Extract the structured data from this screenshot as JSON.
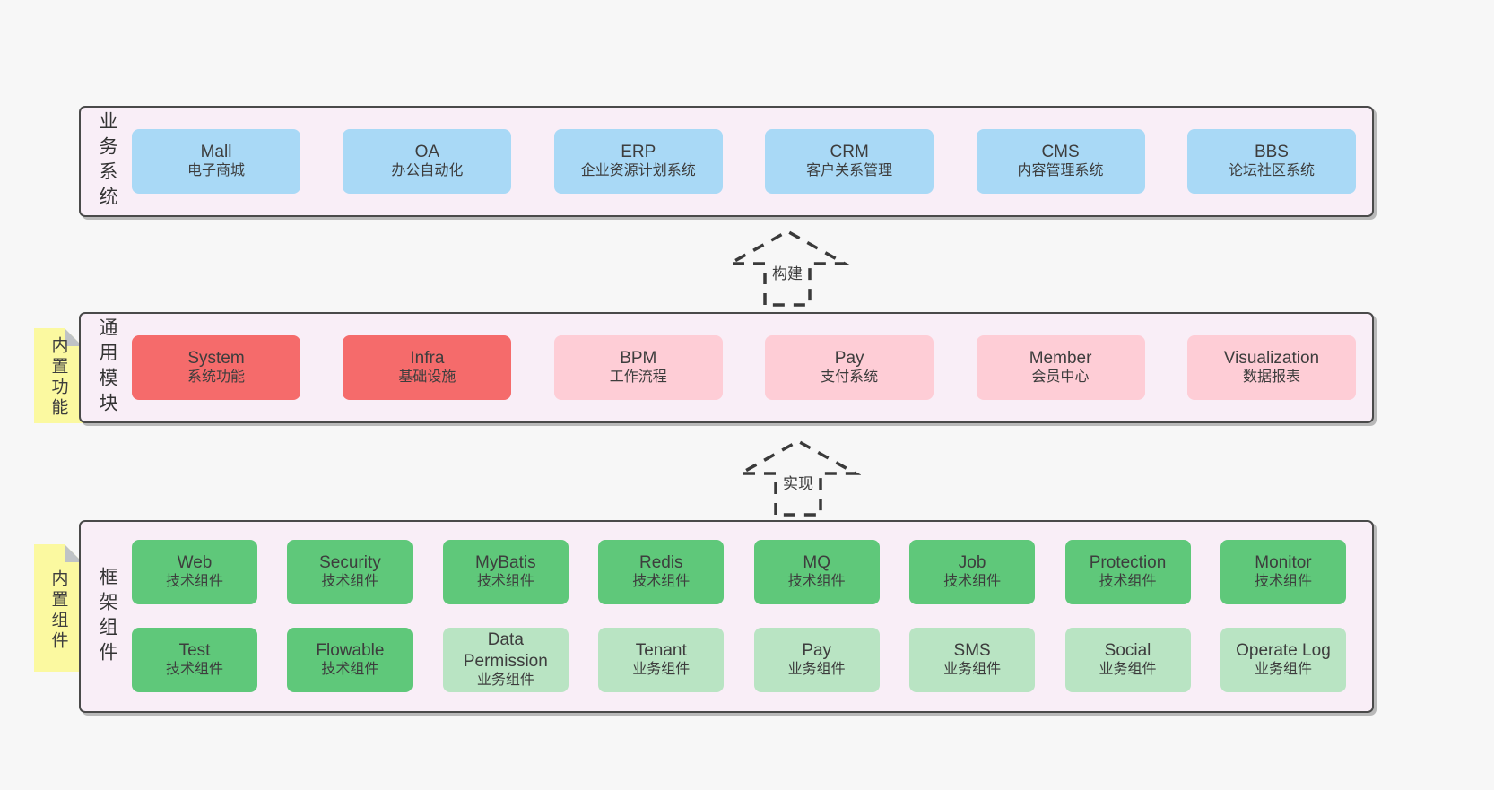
{
  "colors": {
    "page_bg": "#f7f7f7",
    "layer_bg": "#f9eef7",
    "layer_border": "#4a4a4a",
    "blue": "#a9d9f6",
    "red": "#f56b6b",
    "pink": "#fecdd6",
    "green": "#5fc87a",
    "green_light": "#b9e4c3",
    "sticky_yellow": "#fbf9a0",
    "text": "#3d3d3d"
  },
  "arrows": [
    {
      "label": "构建"
    },
    {
      "label": "实现"
    }
  ],
  "layers": [
    {
      "vertical_label": "业务系统",
      "boxes": [
        {
          "title": "Mall",
          "subtitle": "电子商城"
        },
        {
          "title": "OA",
          "subtitle": "办公自动化"
        },
        {
          "title": "ERP",
          "subtitle": "企业资源计划系统"
        },
        {
          "title": "CRM",
          "subtitle": "客户关系管理"
        },
        {
          "title": "CMS",
          "subtitle": "内容管理系统"
        },
        {
          "title": "BBS",
          "subtitle": "论坛社区系统"
        }
      ]
    },
    {
      "vertical_label": "通用模块",
      "sticky_label": "内置功能",
      "boxes": [
        {
          "title": "System",
          "subtitle": "系统功能",
          "variant": "red"
        },
        {
          "title": "Infra",
          "subtitle": "基础设施",
          "variant": "red"
        },
        {
          "title": "BPM",
          "subtitle": "工作流程",
          "variant": "pink"
        },
        {
          "title": "Pay",
          "subtitle": "支付系统",
          "variant": "pink"
        },
        {
          "title": "Member",
          "subtitle": "会员中心",
          "variant": "pink"
        },
        {
          "title": "Visualization",
          "subtitle": "数据报表",
          "variant": "pink"
        }
      ]
    },
    {
      "vertical_label": "框架组件",
      "sticky_label": "内置组件",
      "rows": [
        [
          {
            "title": "Web",
            "subtitle": "技术组件",
            "variant": "green"
          },
          {
            "title": "Security",
            "subtitle": "技术组件",
            "variant": "green"
          },
          {
            "title": "MyBatis",
            "subtitle": "技术组件",
            "variant": "green"
          },
          {
            "title": "Redis",
            "subtitle": "技术组件",
            "variant": "green"
          },
          {
            "title": "MQ",
            "subtitle": "技术组件",
            "variant": "green"
          },
          {
            "title": "Job",
            "subtitle": "技术组件",
            "variant": "green"
          },
          {
            "title": "Protection",
            "subtitle": "技术组件",
            "variant": "green"
          },
          {
            "title": "Monitor",
            "subtitle": "技术组件",
            "variant": "green"
          }
        ],
        [
          {
            "title": "Test",
            "subtitle": "技术组件",
            "variant": "green"
          },
          {
            "title": "Flowable",
            "subtitle": "技术组件",
            "variant": "green"
          },
          {
            "title": "Data Permission",
            "subtitle": "业务组件",
            "variant": "green-light"
          },
          {
            "title": "Tenant",
            "subtitle": "业务组件",
            "variant": "green-light"
          },
          {
            "title": "Pay",
            "subtitle": "业务组件",
            "variant": "green-light"
          },
          {
            "title": "SMS",
            "subtitle": "业务组件",
            "variant": "green-light"
          },
          {
            "title": "Social",
            "subtitle": "业务组件",
            "variant": "green-light"
          },
          {
            "title": "Operate Log",
            "subtitle": "业务组件",
            "variant": "green-light"
          }
        ]
      ]
    }
  ]
}
